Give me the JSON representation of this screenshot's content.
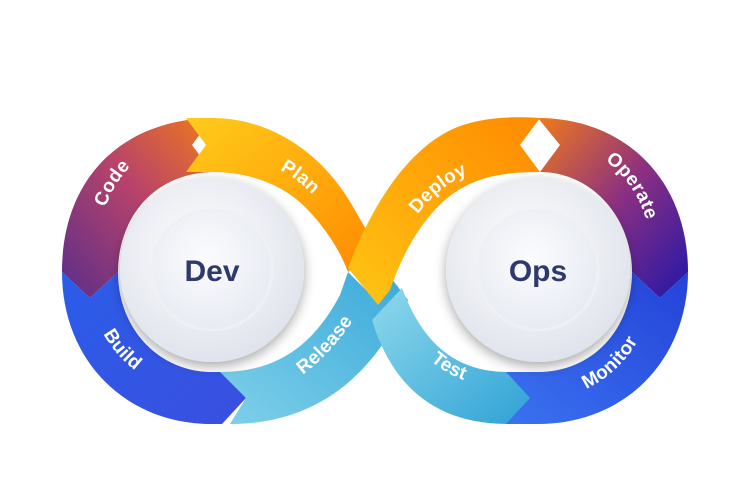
{
  "hubs": {
    "dev": {
      "label": "Dev"
    },
    "ops": {
      "label": "Ops"
    }
  },
  "stages": {
    "code": "Code",
    "plan": "Plan",
    "build": "Build",
    "release": "Release",
    "deploy": "Deploy",
    "operate": "Operate",
    "test": "Test",
    "monitor": "Monitor"
  },
  "colors": {
    "orange_light": "#ffc514",
    "orange_dark": "#ff8a00",
    "purple": "#5a2d8a",
    "navy": "#2217a8",
    "blue": "#2f56e6",
    "cyan_light": "#8fd6ea",
    "cyan_dark": "#2fa6d8",
    "hub_text": "#2e3a6b"
  }
}
